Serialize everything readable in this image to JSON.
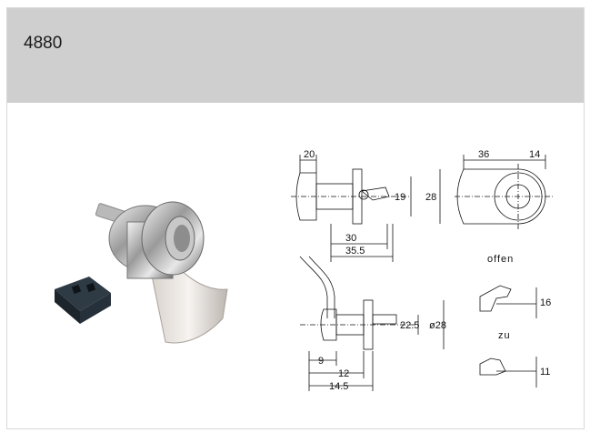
{
  "header": {
    "title": "4880"
  },
  "drawing": {
    "dims": {
      "d20": "20",
      "d36": "36",
      "d14": "14",
      "d19": "19",
      "d28": "28",
      "d30": "30",
      "d35_5": "35.5",
      "d22_5": "22.5",
      "dphi28": "ø28",
      "d9": "9",
      "d12": "12",
      "d14_5": "14.5",
      "d16": "16",
      "d11": "11"
    },
    "labels": {
      "open": "offen",
      "closed": "zu"
    }
  }
}
